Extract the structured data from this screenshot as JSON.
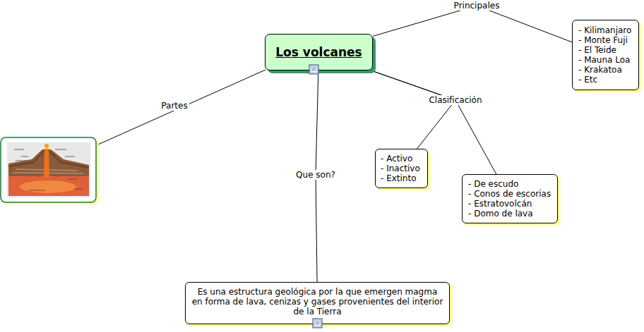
{
  "diagram": {
    "nodes": [
      {
        "text": [
          "Los volcanes"
        ]
      },
      {
        "text": [
          "- Kilimanjaro",
          "- Monte Fuji",
          "- El Teide",
          "- Mauna Loa",
          "- Krakatoa",
          "- Etc"
        ]
      },
      {
        "text": [
          "- Activo",
          "- Inactivo",
          "- Extinto"
        ]
      },
      {
        "text": [
          "- De escudo",
          "- Conos de escorias",
          "- Estratovolcán",
          "- Domo de lava"
        ]
      },
      {
        "text": [
          "Es una estructura geológica por la que emergen magma en forma de lava, cenizas y gases provenientes del interior de la Tierra"
        ]
      }
    ],
    "edges": [
      {
        "from": 0,
        "to": 1,
        "arrow": "none",
        "label": "Principales"
      },
      {
        "from": 0,
        "to": 2,
        "arrow": "none",
        "label": "Clasificación"
      },
      {
        "from": 0,
        "to": 3,
        "arrow": "none"
      },
      {
        "from": 0,
        "to": 4,
        "arrow": "none",
        "label": "Que son?"
      }
    ],
    "labels": [
      "Partes"
    ]
  }
}
